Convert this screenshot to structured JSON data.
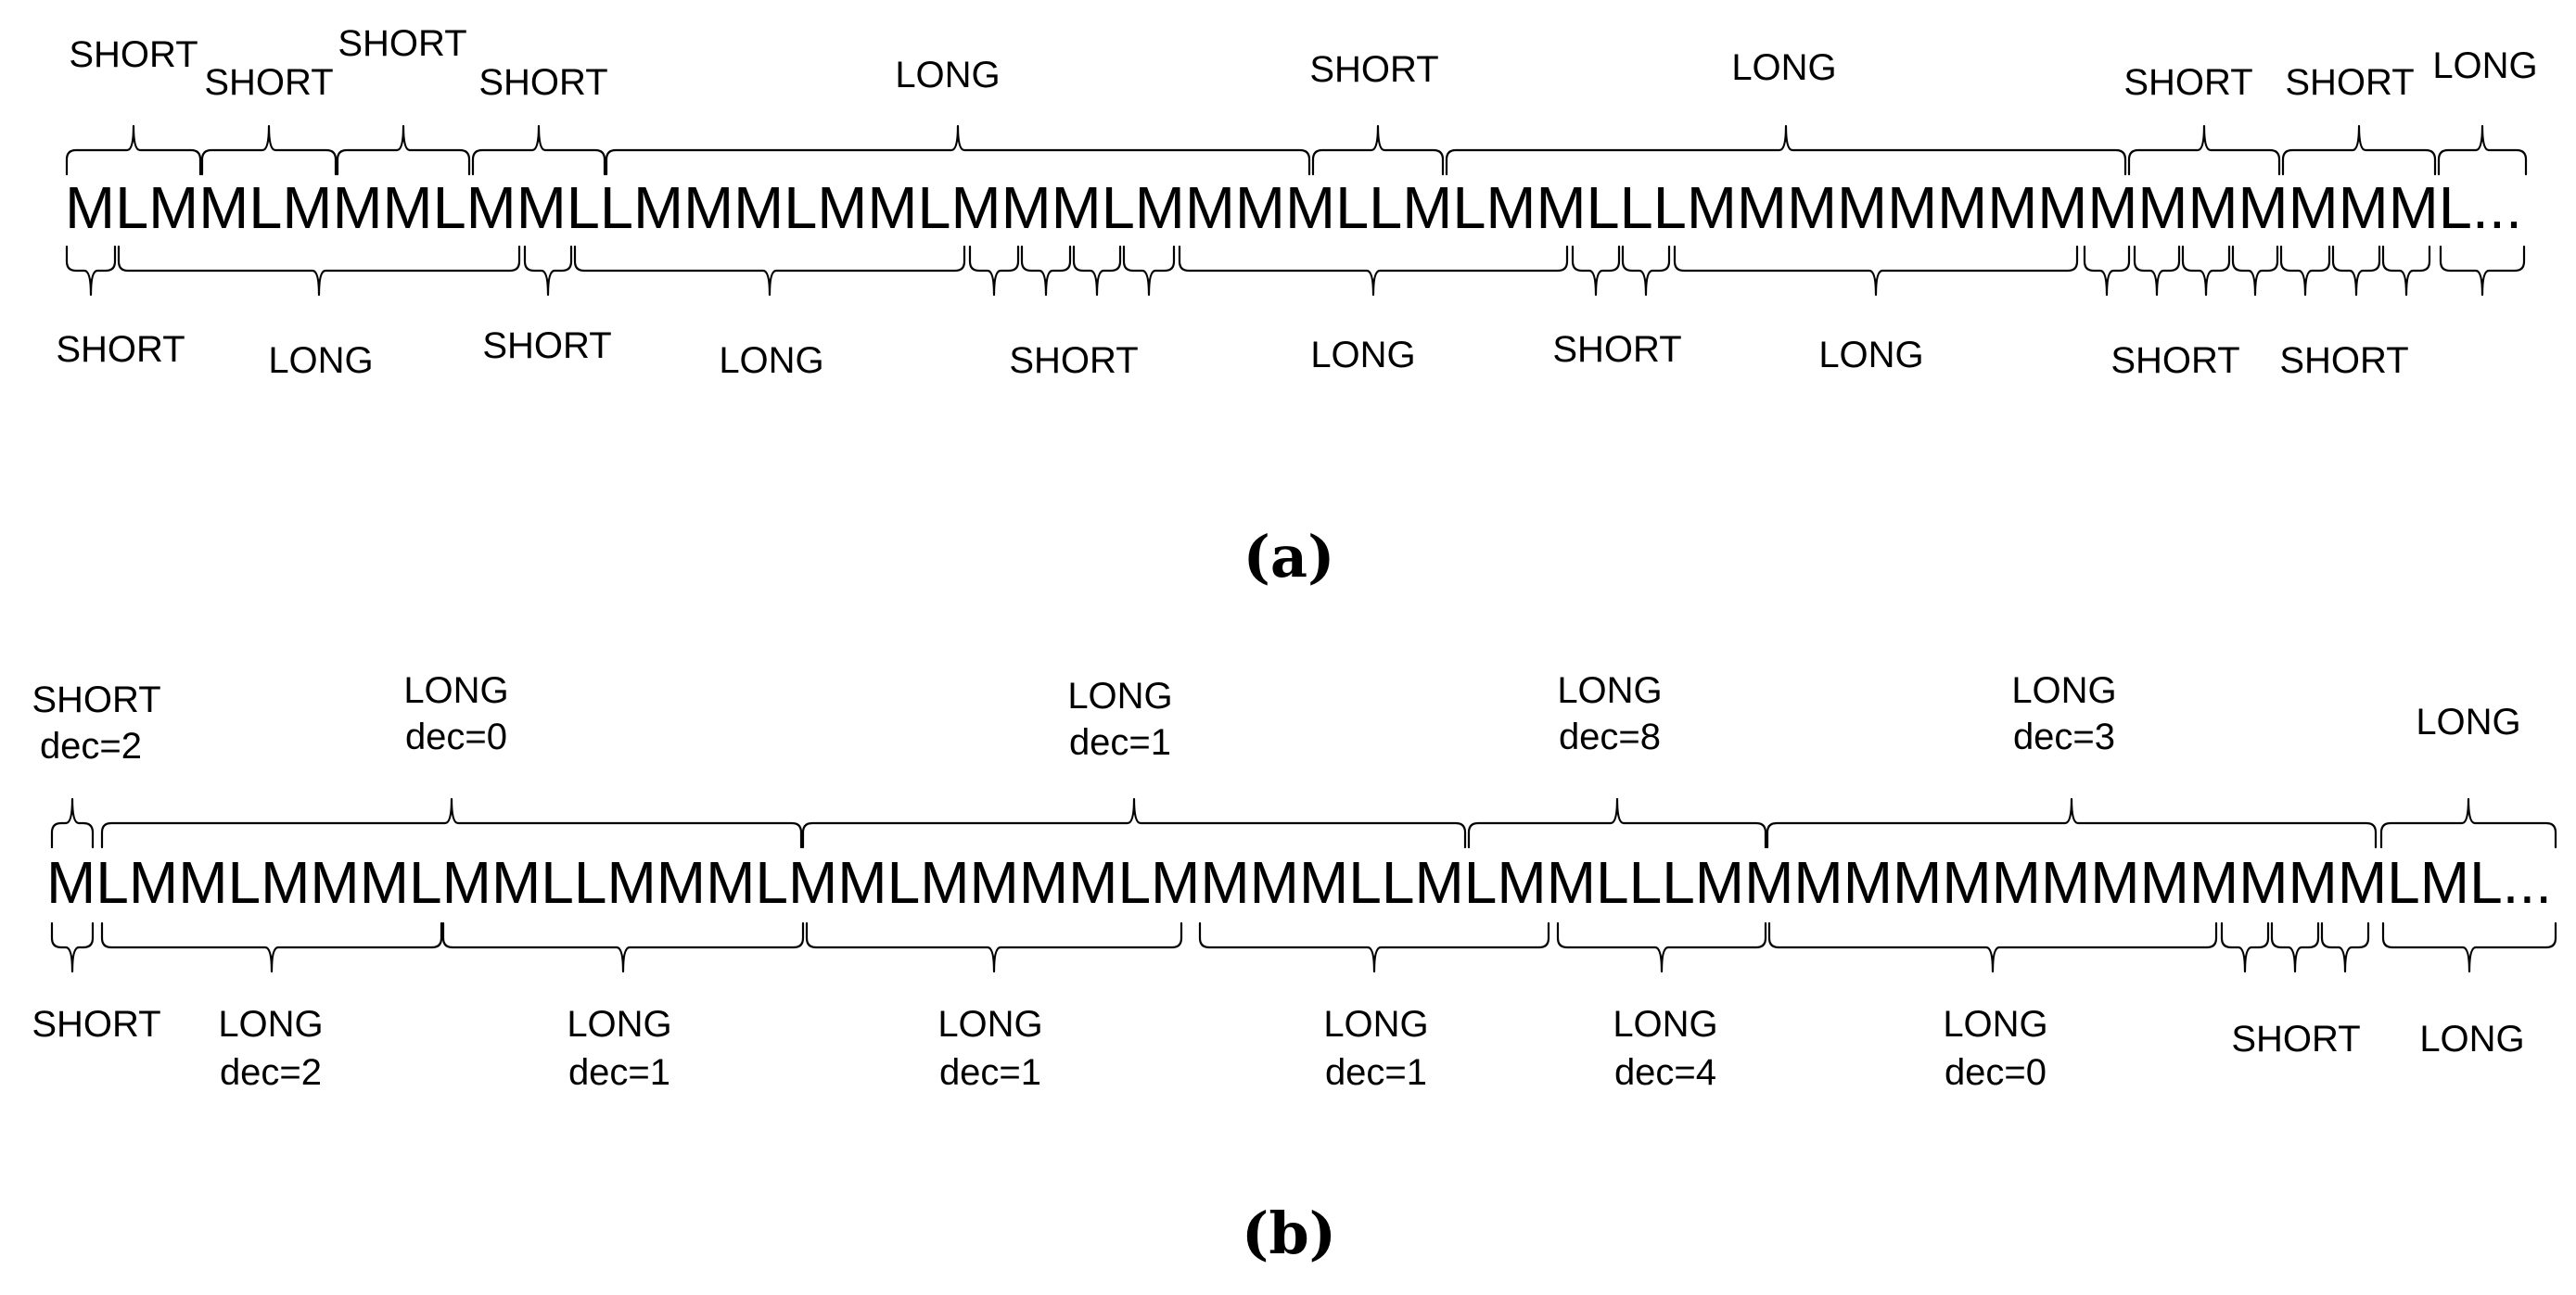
{
  "panels": [
    {
      "id": "a",
      "caption": "(a)",
      "sequence": "MLMMLMMMLMMLLMMMLMMLMMMLMMMMLLMLMMLLLMMMMMMMMMMMMMMML...",
      "top_braces": [
        {
          "label": "SHORT"
        },
        {
          "label": "SHORT"
        },
        {
          "label": "SHORT"
        },
        {
          "label": "SHORT"
        },
        {
          "label": "LONG"
        },
        {
          "label": "SHORT"
        },
        {
          "label": "LONG"
        },
        {
          "label": "SHORT"
        },
        {
          "label": "SHORT"
        },
        {
          "label": "LONG"
        }
      ],
      "bottom_braces": [
        {
          "label": "SHORT"
        },
        {
          "label": "LONG"
        },
        {
          "label": "SHORT"
        },
        {
          "label": "LONG"
        },
        {
          "label": ""
        },
        {
          "label": ""
        },
        {
          "label": "SHORT"
        },
        {
          "label": ""
        },
        {
          "label": "LONG"
        },
        {
          "label": ""
        },
        {
          "label": "SHORT"
        },
        {
          "label": "LONG"
        },
        {
          "label": ""
        },
        {
          "label": "SHORT"
        },
        {
          "label": ""
        },
        {
          "label": ""
        },
        {
          "label": ""
        },
        {
          "label": "SHORT"
        },
        {
          "label": ""
        },
        {
          "label": ""
        }
      ]
    },
    {
      "id": "b",
      "caption": "(b)",
      "sequence": "MLMMLMMMLMMLLMMMLMMLMMMMLMMMMLLMLMMLLLMMMMMMMMMMMMMMLML...",
      "top_braces": [
        {
          "label": "SHORT",
          "sub": "dec=2"
        },
        {
          "label": "LONG",
          "sub": "dec=0"
        },
        {
          "label": "LONG",
          "sub": "dec=1"
        },
        {
          "label": "LONG",
          "sub": "dec=8"
        },
        {
          "label": "LONG",
          "sub": "dec=3"
        },
        {
          "label": "LONG",
          "sub": ""
        }
      ],
      "bottom_braces": [
        {
          "label": "SHORT",
          "sub": ""
        },
        {
          "label": "LONG",
          "sub": "dec=2"
        },
        {
          "label": "LONG",
          "sub": "dec=1"
        },
        {
          "label": "LONG",
          "sub": "dec=1"
        },
        {
          "label": "LONG",
          "sub": "dec=1"
        },
        {
          "label": "LONG",
          "sub": "dec=4"
        },
        {
          "label": "LONG",
          "sub": "dec=0"
        },
        {
          "label": "",
          "sub": ""
        },
        {
          "label": "SHORT",
          "sub": ""
        },
        {
          "label": "",
          "sub": ""
        },
        {
          "label": "LONG",
          "sub": ""
        }
      ]
    }
  ]
}
